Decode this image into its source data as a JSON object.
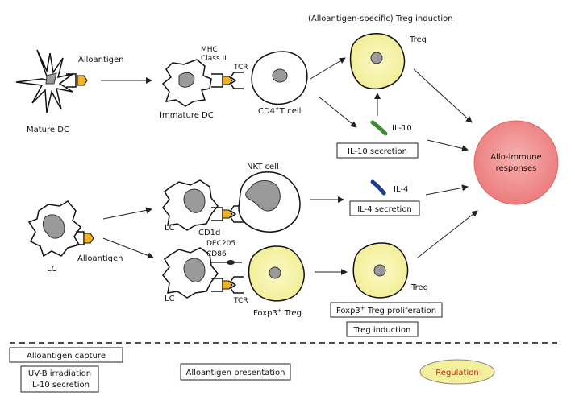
{
  "header": {
    "treg_induction_title": "(Alloantigen-specific) Treg induction"
  },
  "labels": {
    "alloantigen_top": "Alloantigen",
    "mature_dc": "Mature DC",
    "mhc": "MHC",
    "class_ii": "Class II",
    "tcr_top": "TCR",
    "immature_dc": "Immature DC",
    "cd4_t_cell_main": "CD4",
    "cd4_t_cell_sup": "+",
    "cd4_t_cell_tail": "T cell",
    "treg_top": "Treg",
    "il10": "IL-10",
    "nkt_cell": "NKT cell",
    "il4": "IL-4",
    "lc_middle": "LC",
    "cd1d": "CD1d",
    "dec205": "DEC205",
    "cd86": "CD86",
    "lc_left": "LC",
    "alloantigen_left": "Alloantigen",
    "lc_bottom": "LC",
    "tcr_bottom": "TCR",
    "foxp3_treg_main": "Foxp3",
    "foxp3_treg_sup": "+",
    "foxp3_treg_tail": " Treg",
    "treg_right": "Treg",
    "allo_immune_line1": "Allo-immune",
    "allo_immune_line2": "responses"
  },
  "boxes": {
    "il10_secretion": "IL-10 secretion",
    "il4_secretion": "IL-4 secretion",
    "foxp3_prolif_main": "Foxp3",
    "foxp3_prolif_sup": "+",
    "foxp3_prolif_tail": " Treg proliferation",
    "treg_induction": "Treg induction"
  },
  "legend": {
    "alloantigen_capture": "Alloantigen capture",
    "uvb_line1": "UV-B irradiation",
    "uvb_line2": "IL-10 secretion",
    "alloantigen_presentation": "Alloantigen presentation",
    "regulation": "Regulation"
  },
  "colors": {
    "antigen": "#f2b21e",
    "treg_fill": "#f5f3a8",
    "nucleus": "#9a9a9a",
    "il10": "#3a8a2e",
    "il4": "#1f3f8a",
    "allo_immune_fill": "#f08a8a",
    "regulation_fill": "#f3ef9a",
    "regulation_text": "#d8231a"
  }
}
